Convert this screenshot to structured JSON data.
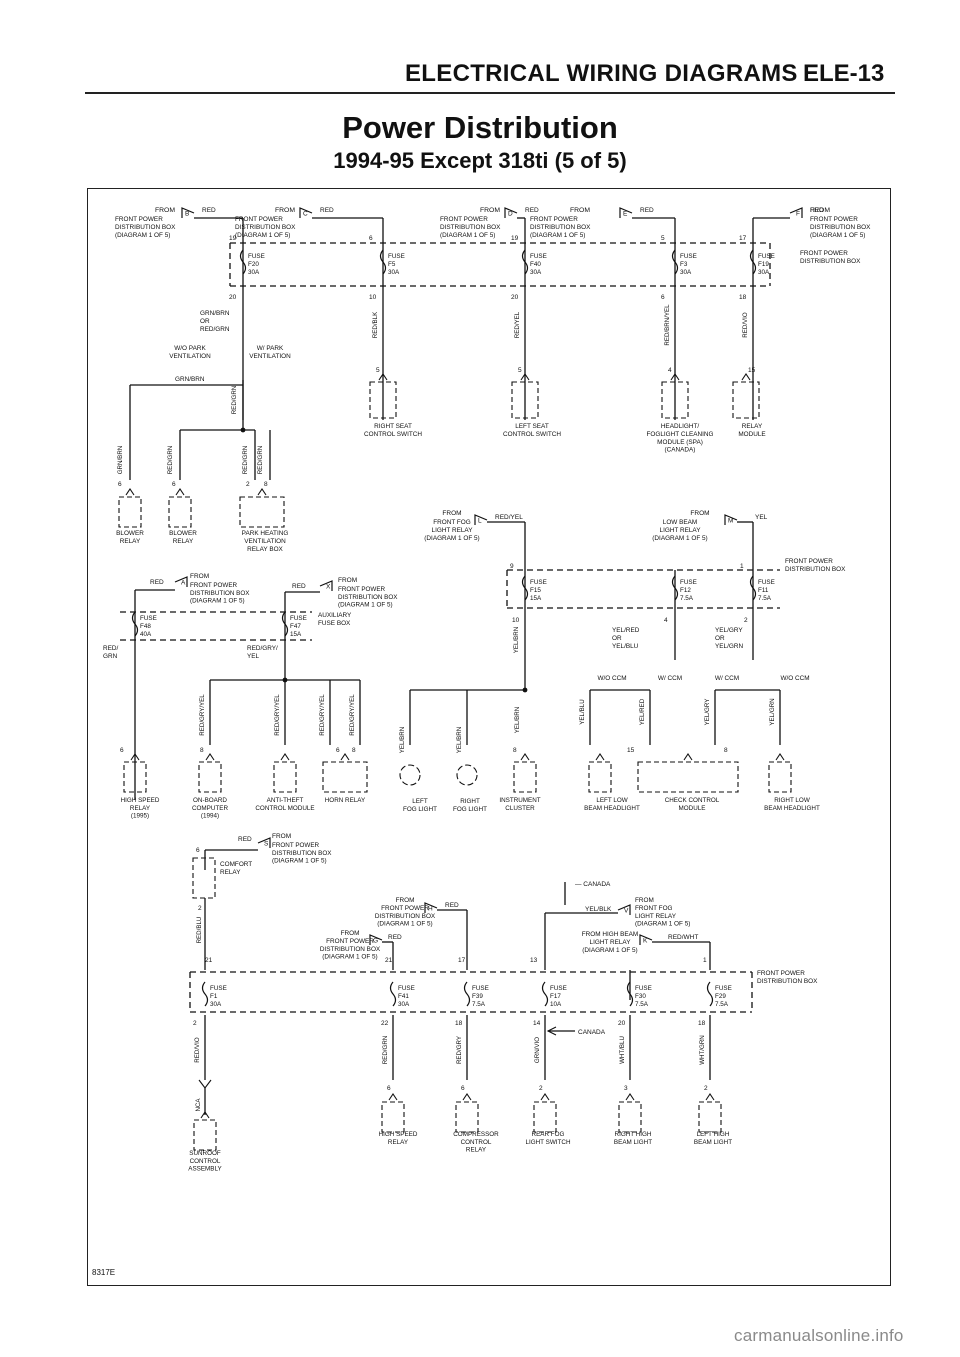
{
  "header": {
    "section_title": "ELECTRICAL WIRING DIAGRAMS",
    "page_number": "ELE-13"
  },
  "title": "Power Distribution",
  "subtitle": "1994-95 Except 318ti (5 of 5)",
  "ref_code": "8317E",
  "watermark": "carmanualsonline.info",
  "labels": {
    "from": "FROM",
    "front_power_dist_box": "FRONT POWER\nDISTRIBUTION BOX",
    "front_power_dist_box_ref": "FRONT POWER\nDISTRIBUTION BOX\n(DIAGRAM 1 OF 5)",
    "fuse": "FUSE",
    "red": "RED",
    "canada": "CANADA"
  },
  "top_sources": [
    {
      "conn": "B",
      "wire": "RED",
      "pin": "19"
    },
    {
      "conn": "C",
      "wire": "RED",
      "pin": "6"
    },
    {
      "conn": "D",
      "wire": "RED",
      "pin": "19"
    },
    {
      "conn": "E",
      "wire": "RED",
      "pin": "5"
    },
    {
      "conn": "F",
      "wire": "RED",
      "pin": "17"
    }
  ],
  "top_fuses": [
    {
      "id": "F20",
      "rating": "30A"
    },
    {
      "id": "F5",
      "rating": "30A"
    },
    {
      "id": "F40",
      "rating": "30A"
    },
    {
      "id": "F3",
      "rating": "30A"
    },
    {
      "id": "F19",
      "rating": "30A"
    }
  ],
  "top_wires": [
    "GRN/BRN\nOR\nRED/GRN",
    "RED/BLK",
    "RED/YEL",
    "RED/BRN/YEL",
    "RED/VIO"
  ],
  "top_out_pins": [
    "20",
    "10",
    "20",
    "6",
    "18"
  ],
  "top_load_pins": [
    "5",
    "5",
    "4",
    "15"
  ],
  "vent_options": [
    "W/O PARK\nVENTILATION",
    "W/ PARK\nVENTILATION"
  ],
  "blower_wires": [
    "GRN/BRN",
    "RED/GRN",
    "GRN/BRN",
    "RED/GRN",
    "RED/GRN"
  ],
  "blower_pins": [
    "6",
    "6",
    "2",
    "8"
  ],
  "top_loads": [
    "BLOWER\nRELAY",
    "BLOWER\nRELAY",
    "PARK HEATING\nVENTILATION\nRELAY BOX",
    "RIGHT SEAT\nCONTROL SWITCH",
    "LEFT SEAT\nCONTROL SWITCH",
    "HEADLIGHT/\nFOGLIGHT CLEANING\nMODULE (SPA)\n(CANADA)",
    "RELAY\nMODULE"
  ],
  "mid_left": {
    "sources": [
      {
        "conn": "A",
        "wire": "RED"
      },
      {
        "conn": "X",
        "wire": "RED"
      }
    ],
    "fuses": [
      {
        "id": "F48",
        "rating": "40A"
      },
      {
        "id": "F47",
        "rating": "15A"
      }
    ],
    "aux_box": "AUXILIARY\nFUSE BOX",
    "wires": [
      "RED/\nGRN",
      "RED/GRY/\nYEL"
    ]
  },
  "mid_right": {
    "sources": [
      {
        "desc": "FRONT FOG\nLIGHT RELAY\n(DIAGRAM 1 OF 5)",
        "conn": "L",
        "wire": "RED/YEL",
        "pin": "9"
      },
      {
        "desc": "LOW BEAM\nLIGHT RELAY\n(DIAGRAM 1 OF 5)",
        "conn": "M",
        "wire": "YEL",
        "pin": "1"
      }
    ],
    "fuses": [
      {
        "id": "F15",
        "rating": "15A"
      },
      {
        "id": "F12",
        "rating": "7.5A"
      },
      {
        "id": "F11",
        "rating": "7.5A"
      }
    ],
    "out_pins": [
      "10",
      "4",
      "2"
    ],
    "wires": [
      "YEL/BRN",
      "YEL/RED\nOR\nYEL/BLU",
      "YEL/GRY\nOR\nYEL/GRN"
    ],
    "ccm_options": [
      "W/O CCM",
      "W/ CCM",
      "W/ CCM",
      "W/O CCM"
    ]
  },
  "mid_wires": [
    "RED/GRY/YEL",
    "RED/GRY/YEL",
    "RED/GRY/YEL",
    "RED/GRY/YEL",
    "YEL/BRN",
    "YEL/BRN",
    "YEL/BRN",
    "YEL/BLU",
    "YEL/RED",
    "YEL/GRY",
    "YEL/GRN"
  ],
  "mid_pins": [
    "6",
    "8",
    "6",
    "8",
    "8",
    "15",
    "8"
  ],
  "mid_loads": [
    "HIGH SPEED\nRELAY\n(1995)",
    "ON-BOARD\nCOMPUTER\n(1994)",
    "ANTI-THEFT\nCONTROL MODULE",
    "HORN RELAY",
    "LEFT\nFOG LIGHT",
    "RIGHT\nFOG LIGHT",
    "INSTRUMENT\nCLUSTER",
    "LEFT LOW\nBEAM HEADLIGHT",
    "CHECK CONTROL\nMODULE",
    "RIGHT LOW\nBEAM HEADLIGHT"
  ],
  "bottom": {
    "comfort_relay": "COMFORT\nRELAY",
    "comfort_pin": "6",
    "comfort_out_pin": "2",
    "comfort_wire": "RED/BLU",
    "sources": [
      {
        "desc": "FROM\nFRONT POWER\nDISTRIBUTION BOX\n(DIAGRAM 1 OF 5)",
        "conn": "H",
        "wire": "RED",
        "pin": "17"
      },
      {
        "desc": "FROM\nFRONT POWER\nDISTRIBUTION BOX\n(DIAGRAM 1 OF 5)",
        "conn": "G",
        "wire": "RED",
        "pin": "21"
      },
      {
        "desc": "FROM\nFRONT FOG\nLIGHT RELAY\n(DIAGRAM 1 OF 5)",
        "conn": "V",
        "wire": "YEL/BLK",
        "pin": "13"
      },
      {
        "desc": "FROM HIGH BEAM\nLIGHT RELAY\n(DIAGRAM 1 OF 5)",
        "conn": "K",
        "wire": "RED/WHT",
        "pin": "1"
      }
    ],
    "fuses": [
      {
        "id": "F1",
        "rating": "30A"
      },
      {
        "id": "F41",
        "rating": "30A"
      },
      {
        "id": "F39",
        "rating": "7.5A"
      },
      {
        "id": "F17",
        "rating": "10A"
      },
      {
        "id": "F30",
        "rating": "7.5A"
      },
      {
        "id": "F29",
        "rating": "7.5A"
      }
    ],
    "out_pins": [
      "2",
      "22",
      "18",
      "14",
      "20",
      "18"
    ],
    "wires": [
      "RED/VIO",
      "RED/GRN",
      "RED/GRY",
      "GRN/VIO",
      "WHT/BLU",
      "WHT/GRN"
    ],
    "load_pins": [
      "6",
      "6",
      "2",
      "3",
      "2"
    ],
    "sunroof_wire": "NCA",
    "loads": [
      "SUNROOF\nCONTROL\nASSEMBLY",
      "HIGH SPEED\nRELAY",
      "COMPRESSOR\nCONTROL\nRELAY",
      "REAR FOG\nLIGHT SWITCH",
      "RIGHT HIGH\nBEAM LIGHT",
      "LEFT HIGH\nBEAM LIGHT"
    ]
  }
}
